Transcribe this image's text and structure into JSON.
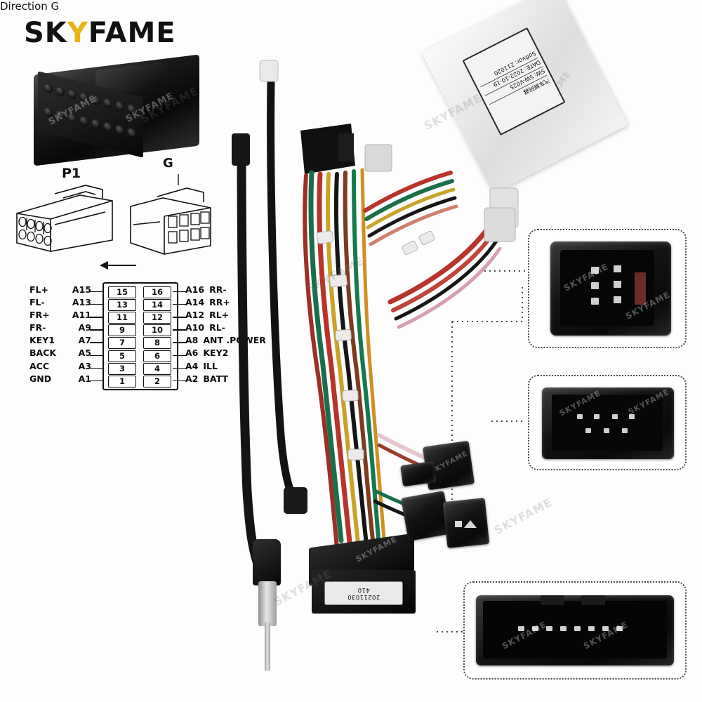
{
  "brand": {
    "name_part1": "SK",
    "name_y": "Y",
    "name_part2": "FAME",
    "accent_color": "#e8b310"
  },
  "diagram": {
    "p1_label": "P1",
    "g_label": "G",
    "direction_label": "Direction G",
    "direction_arrow": "←"
  },
  "pinout": {
    "left_rows": [
      {
        "function": "FL+",
        "axis": "A15",
        "pin": "15"
      },
      {
        "function": "FL-",
        "axis": "A13",
        "pin": "13"
      },
      {
        "function": "FR+",
        "axis": "A11",
        "pin": "11"
      },
      {
        "function": "FR-",
        "axis": "A9",
        "pin": "9"
      },
      {
        "function": "KEY1",
        "axis": "A7",
        "pin": "7"
      },
      {
        "function": "BACK",
        "axis": "A5",
        "pin": "5"
      },
      {
        "function": "ACC",
        "axis": "A3",
        "pin": "3"
      },
      {
        "function": "GND",
        "axis": "A1",
        "pin": "1"
      }
    ],
    "right_rows": [
      {
        "pin": "16",
        "axis": "A16",
        "function": "RR-"
      },
      {
        "pin": "14",
        "axis": "A14",
        "function": "RR+"
      },
      {
        "pin": "12",
        "axis": "A12",
        "function": "RL+"
      },
      {
        "pin": "10",
        "axis": "A10",
        "function": "RL-"
      },
      {
        "pin": "8",
        "axis": "A8",
        "function": "ANT .POWER"
      },
      {
        "pin": "6",
        "axis": "A6",
        "function": "KEY2"
      },
      {
        "pin": "4",
        "axis": "A4",
        "function": "ILL"
      },
      {
        "pin": "2",
        "axis": "A2",
        "function": "BATT"
      }
    ]
  },
  "canbox_label": {
    "line1": "SW: SW-V025",
    "line2": "DATE: 2022-10-19",
    "line3": "Softvor: 211020",
    "line4": "汽车解码器"
  },
  "module_label": {
    "line1": "410",
    "line2": "20211030"
  },
  "callouts": [
    {
      "name": "connector-a",
      "caption": ""
    },
    {
      "name": "connector-b",
      "caption": ""
    },
    {
      "name": "connector-c",
      "caption": ""
    }
  ],
  "watermark": {
    "text": "SKYFAME"
  }
}
